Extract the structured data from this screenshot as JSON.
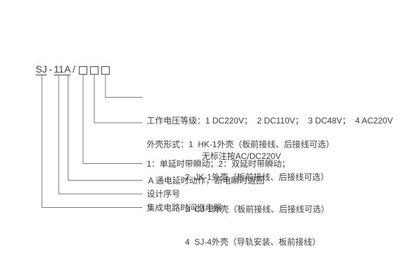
{
  "model_code": {
    "series": "SJ",
    "separator_dash": "-",
    "design_number": "11",
    "action_letter": "A",
    "separator_slash": "/"
  },
  "annotations": {
    "voltage": {
      "text": "工作电压等级：1 DC220V；  2 DC110V；  3 DC48V；  4 AC220V",
      "note": "无标注按AC/DC220V"
    },
    "case_type": {
      "line1": "外壳形式：1  HK-1外壳（板前接线、后接线可选）",
      "line2": "2  JK-1外壳（板前接线、后接线可选）",
      "line3": "3  CJ-1外壳（板前接线、后接线可选）",
      "line4": "4  SJ-4外壳（导轨安装、板前接线）"
    },
    "delay_mode": "1：单延时带瞬动；2：双延时带瞬动；",
    "energize_mode": "A 通电延时动作，断电瞬时返回",
    "design_serial": "设计序号",
    "product_name": "集成电路时间继电器"
  },
  "colors": {
    "text": "#3f3f3f",
    "line": "#7a7a7a",
    "background": "#ffffff"
  }
}
